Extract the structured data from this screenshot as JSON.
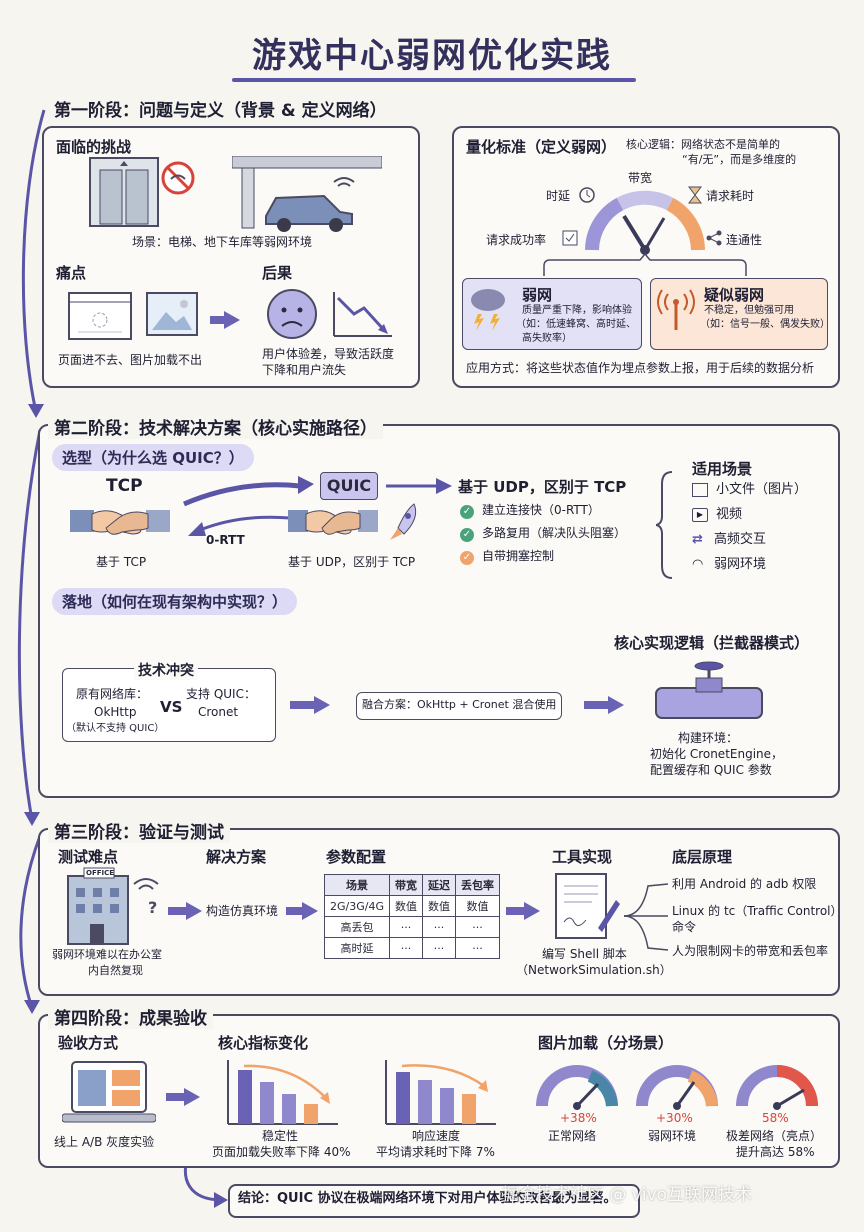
{
  "title": "游戏中心弱网优化实践",
  "stage1": {
    "title": "第一阶段：问题与定义（背景 & 定义网络）",
    "challenges_title": "面临的挑战",
    "scene": "场景：电梯、地下车库等弱网环境",
    "pain_title": "痛点",
    "pain_text": "页面进不去、图片加载不出",
    "result_title": "后果",
    "result_text1": "用户体验差，导致活跃度",
    "result_text2": "下降和用户流失",
    "quant_title": "量化标准（定义弱网）",
    "core_logic1": "核心逻辑：网络状态不是简单的",
    "core_logic2": "“有/无”，而是多维度的",
    "gauge_labels": {
      "top": "带宽",
      "left_top": "时延",
      "right_top": "请求耗时",
      "left": "请求成功率",
      "right": "连通性"
    },
    "weak": {
      "title": "弱网",
      "l1": "质量严重下降，影响体验",
      "l2": "（如：低速蜂窝、高时延、",
      "l3": "高失败率）"
    },
    "suspect": {
      "title": "疑似弱网",
      "l1": "不稳定，但勉强可用",
      "l2": "（如：信号一般、偶发失败）"
    },
    "apply": "应用方式：将这些状态值作为埋点参数上报，用于后续的数据分析"
  },
  "stage2": {
    "title": "第二阶段：技术解决方案（核心实施路径）",
    "select_pill": "选型（为什么选 QUIC？）",
    "tcp": "TCP",
    "tcp_sub": "基于 TCP",
    "rtt": "0-RTT",
    "quic": "QUIC",
    "quic_sub": "基于 UDP，区别于 TCP",
    "quic_head": "基于 UDP，区别于 TCP",
    "features": [
      "建立连接快（0-RTT）",
      "多路复用（解决队头阻塞）",
      "自带拥塞控制"
    ],
    "scenes_title": "适用场景",
    "scenes": [
      "小文件（图片）",
      "视频",
      "高频交互",
      "弱网环境"
    ],
    "land_pill": "落地（如何在现有架构中实现？）",
    "conflict_title": "技术冲突",
    "conflict_left1": "原有网络库：",
    "conflict_left2": "OkHttp",
    "conflict_left3": "（默认不支持 QUIC）",
    "vs": "VS",
    "conflict_right1": "支持 QUIC：",
    "conflict_right2": "Cronet",
    "fusion": "融合方案：OkHttp + Cronet 混合使用",
    "core_impl_title": "核心实现逻辑（拦截器模式）",
    "build_env1": "构建环境：",
    "build_env2": "初始化 CronetEngine，",
    "build_env3": "配置缓存和 QUIC 参数"
  },
  "stage3": {
    "title": "第三阶段：验证与测试",
    "difficulty_title": "测试难点",
    "office": "OFFICE",
    "difficulty_text1": "弱网环境难以在办公室",
    "difficulty_text2": "内自然复现",
    "solution_title": "解决方案",
    "solution_text": "构造仿真环境",
    "param_title": "参数配置",
    "table": [
      [
        "场景",
        "带宽",
        "延迟",
        "丢包率"
      ],
      [
        "2G/3G/4G",
        "数值",
        "数值",
        "数值"
      ],
      [
        "高丢包",
        "···",
        "···",
        "···"
      ],
      [
        "高时延",
        "···",
        "···",
        "···"
      ]
    ],
    "tool_title": "工具实现",
    "tool_text1": "编写 Shell 脚本",
    "tool_text2": "（NetworkSimulation.sh）",
    "principle_title": "底层原理",
    "principles": [
      "利用 Android 的 adb 权限",
      "Linux 的 tc（Traffic Control）",
      "命令",
      "人为限制网卡的带宽和丢包率"
    ]
  },
  "stage4": {
    "title": "第四阶段：成果验收",
    "method_title": "验收方式",
    "method_text": "线上 A/B 灰度实验",
    "metrics_title": "核心指标变化",
    "metric1": {
      "l1": "稳定性",
      "l2": "页面加载失败率下降 40%"
    },
    "metric2": {
      "l1": "响应速度",
      "l2": "平均请求耗时下降 7%"
    },
    "image_title": "图片加载（分场景）",
    "gauges": [
      {
        "value": "+38%",
        "label": "正常网络"
      },
      {
        "value": "+30%",
        "label": "弱网环境"
      },
      {
        "value": "58%",
        "label": "极差网络（亮点）",
        "label2": "提升高达 58%"
      }
    ],
    "conclusion": "结论：QUIC 协议在极端网络环境下对用户体验的改善最为显著。"
  },
  "watermark": "掘金技术社区 @ vivo互联网技术",
  "colors": {
    "accent": "#5b55a8",
    "purple_light": "#dcdaf4",
    "orange": "#f0a36a",
    "green": "#4aa37a"
  }
}
